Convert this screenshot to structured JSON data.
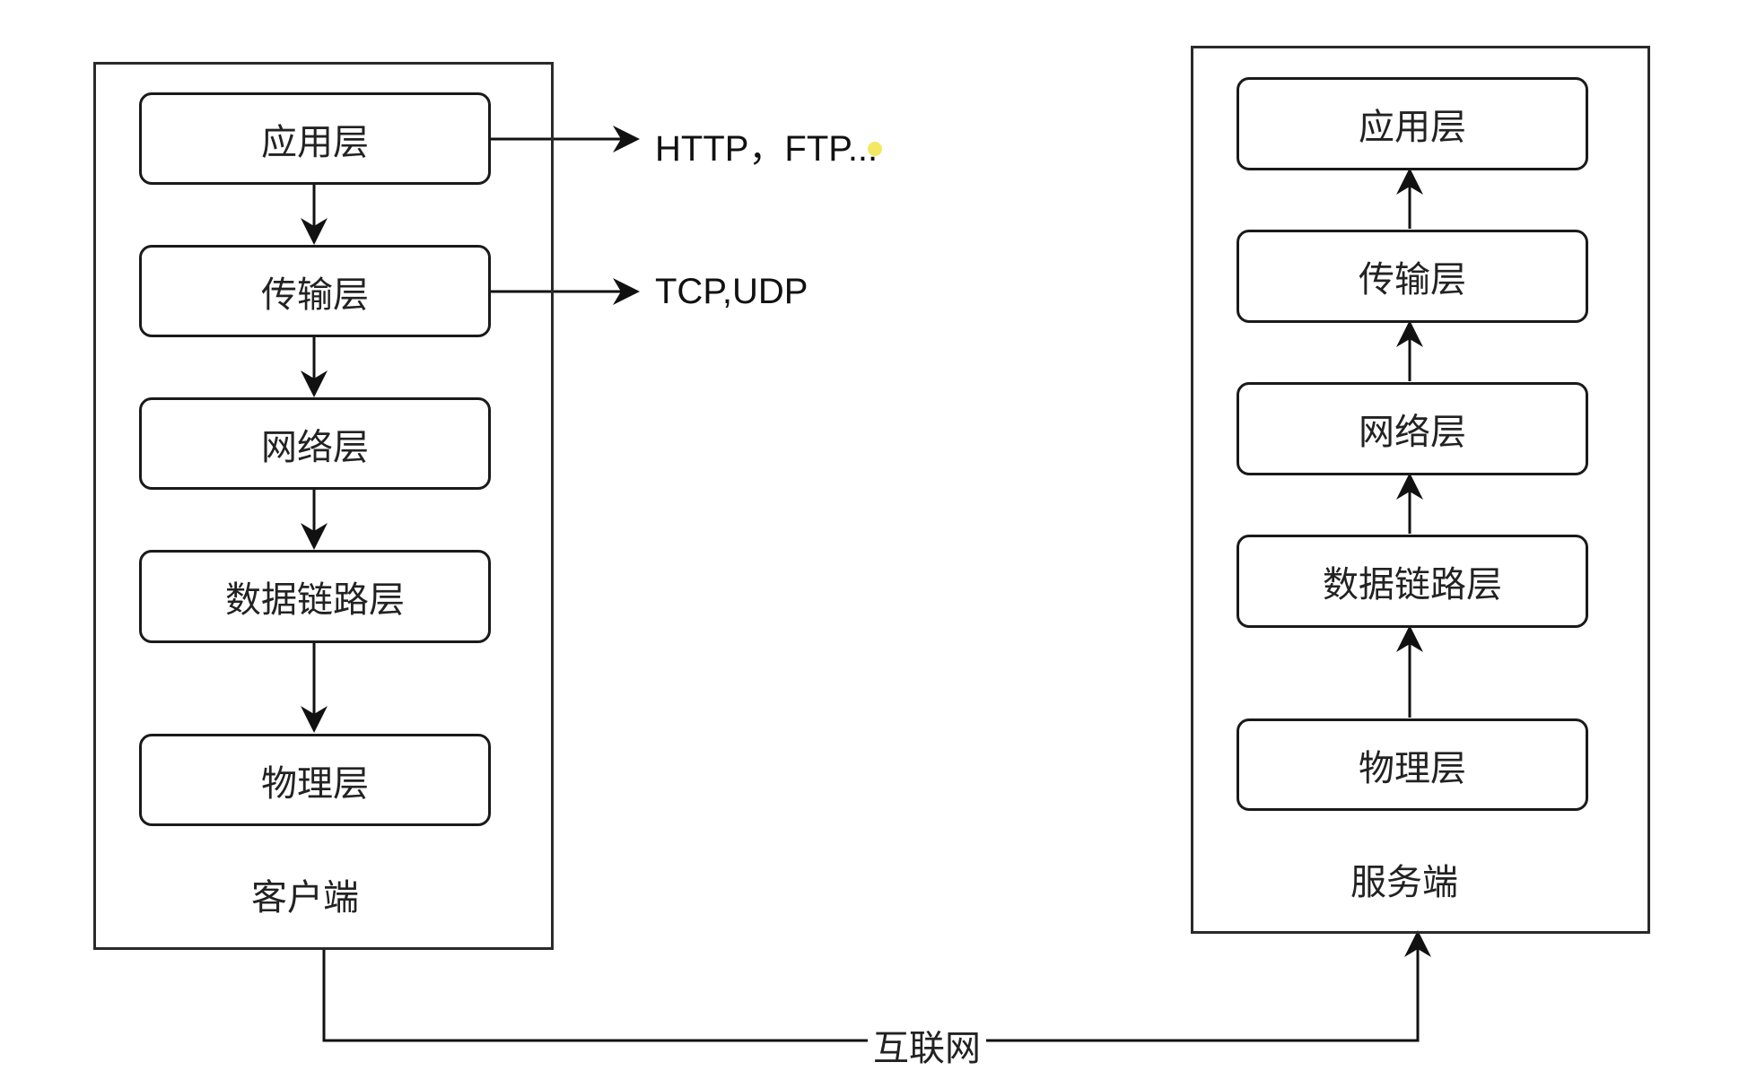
{
  "client": {
    "caption": "客户端",
    "layers": [
      "应用层",
      "传输层",
      "网络层",
      "数据链路层",
      "物理层"
    ]
  },
  "server": {
    "caption": "服务端",
    "layers": [
      "应用层",
      "传输层",
      "网络层",
      "数据链路层",
      "物理层"
    ]
  },
  "protocols": {
    "application": "HTTP，FTP...",
    "transport": "TCP,UDP"
  },
  "connection": {
    "label": "互联网"
  },
  "colors": {
    "line": "#111111",
    "box_border": "#1a1a1a",
    "text": "#222222",
    "cursor_highlight": "#f0e13c"
  }
}
